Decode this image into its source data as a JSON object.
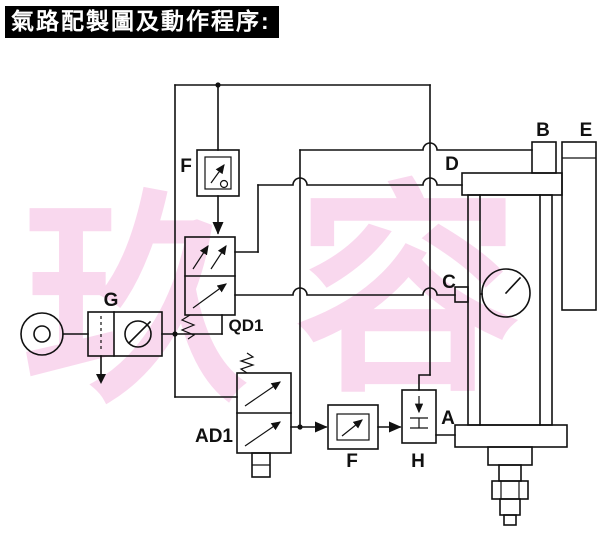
{
  "title": "氣路配製圖及動作程序:",
  "watermark": {
    "text_left": "玖",
    "text_right": "容"
  },
  "diagram": {
    "labels": {
      "pilot_valve": "F",
      "air_unit": "G",
      "main_valve": "QD1",
      "manual_valve": "AD1",
      "flow_valve": "F",
      "exhaust_valve": "H",
      "port_a": "A",
      "port_b": "B",
      "port_c": "C",
      "port_d": "D",
      "rail": "E"
    }
  },
  "colors": {
    "line": "#111111",
    "title_bg": "#000000",
    "title_fg": "#ffffff",
    "watermark_color": "#f6bfe4"
  }
}
